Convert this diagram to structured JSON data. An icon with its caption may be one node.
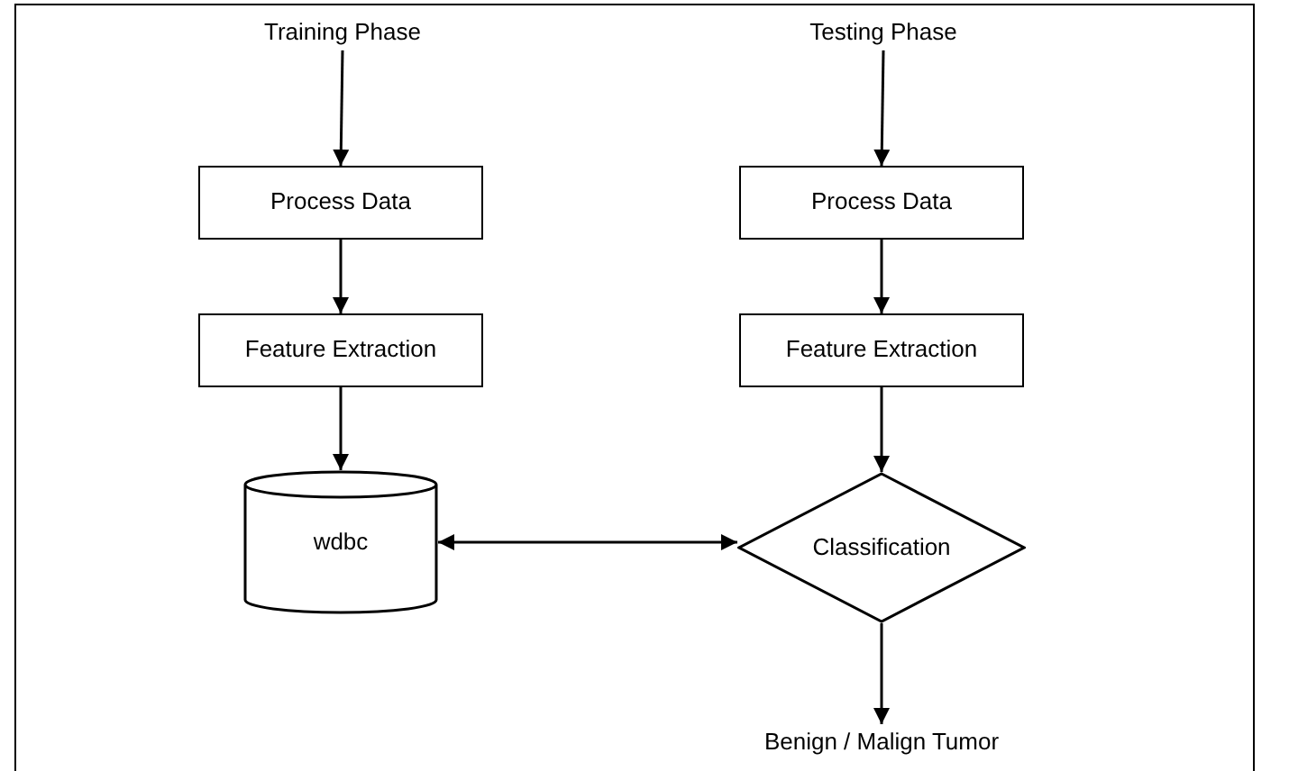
{
  "diagram": {
    "nodes": [
      {
        "text": [
          "Training Phase"
        ]
      },
      {
        "text": [
          "Testing Phase"
        ]
      },
      {
        "text": [
          "Process Data"
        ]
      },
      {
        "text": [
          "Process Data"
        ]
      },
      {
        "text": [
          "Feature Extraction"
        ]
      },
      {
        "text": [
          "Feature Extraction"
        ]
      },
      {
        "text": [
          "wdbc"
        ]
      },
      {
        "text": [
          "Classification"
        ]
      },
      {
        "text": [
          "Benign / Malign Tumor"
        ]
      }
    ],
    "edges": [
      {
        "from": 0,
        "to": 2,
        "arrow": "to"
      },
      {
        "from": 2,
        "to": 4,
        "arrow": "to"
      },
      {
        "from": 4,
        "to": 6,
        "arrow": "to"
      },
      {
        "from": 1,
        "to": 3,
        "arrow": "to"
      },
      {
        "from": 3,
        "to": 5,
        "arrow": "to"
      },
      {
        "from": 5,
        "to": 7,
        "arrow": "to"
      },
      {
        "from": 6,
        "to": 7,
        "arrow": "both"
      },
      {
        "from": 7,
        "to": 8,
        "arrow": "to"
      }
    ]
  }
}
